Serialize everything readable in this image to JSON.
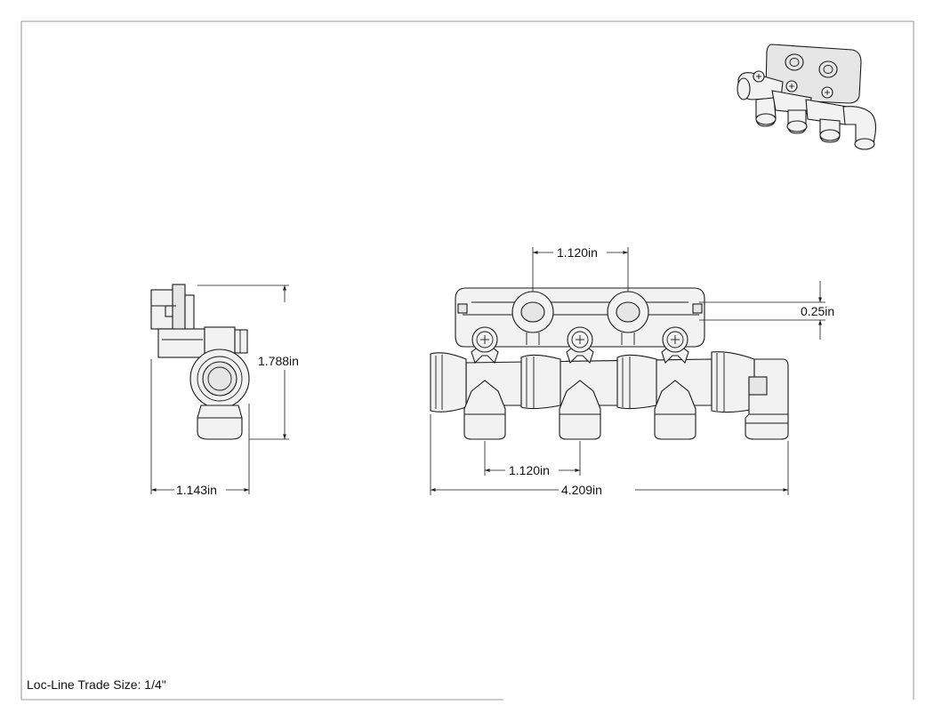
{
  "drawing": {
    "title_block_text": "Loc-Line Trade Size: 1/4\"",
    "dimensions": {
      "side_height": "1.788in",
      "side_width": "1.143in",
      "top_hole_spacing": "1.120in",
      "top_offset": "0.25in",
      "outlet_spacing": "1.120in",
      "overall_length": "4.209in"
    }
  }
}
